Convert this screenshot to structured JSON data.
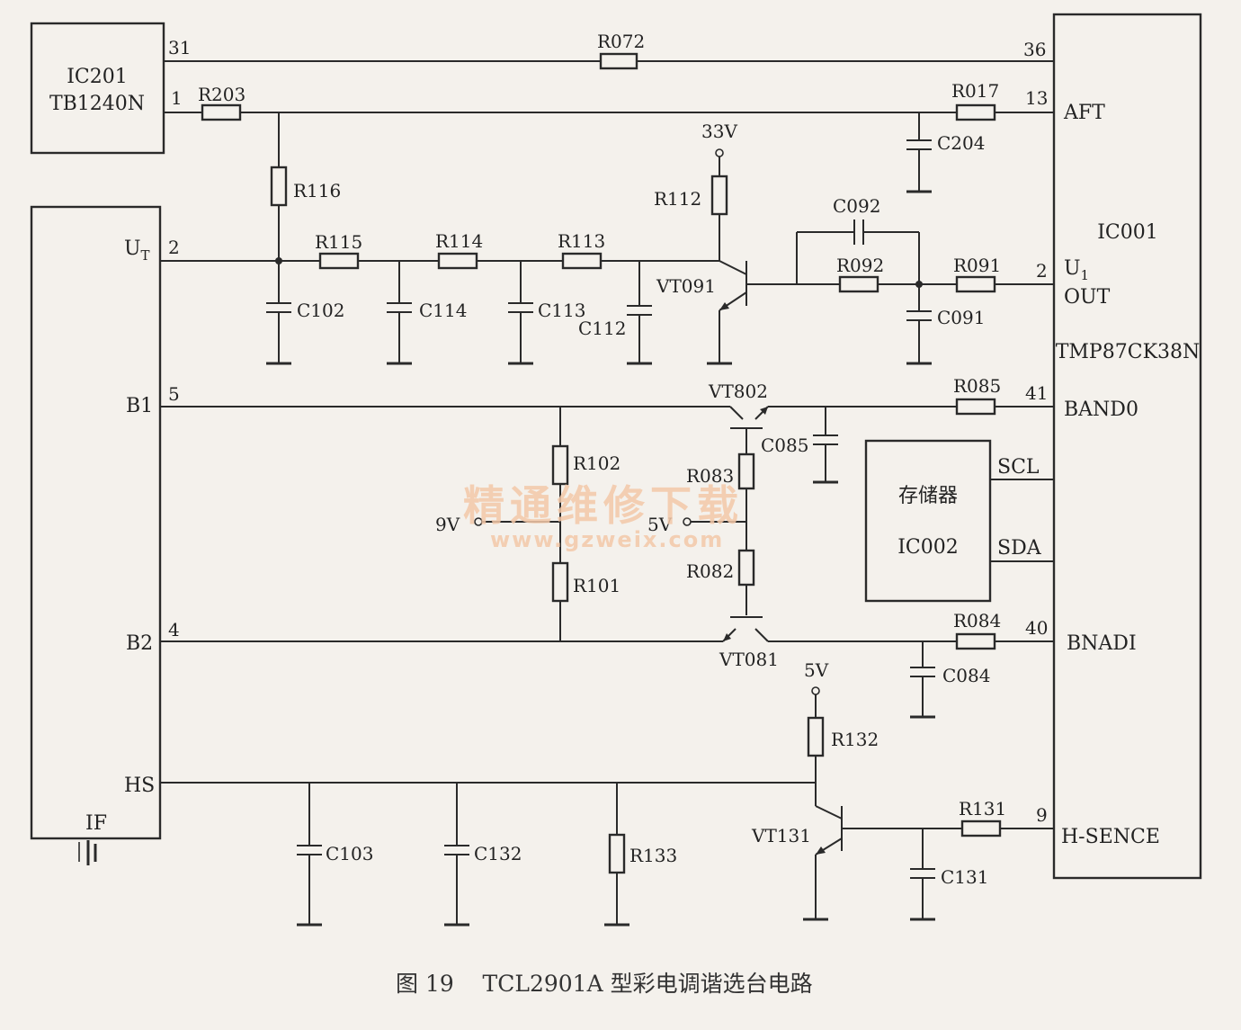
{
  "ic201": {
    "name": "IC201",
    "part": "TB1240N"
  },
  "ic001": {
    "name": "IC001",
    "part": "TMP87CK38N"
  },
  "ic002": {
    "title": "存储器",
    "name": "IC002"
  },
  "tuner": {
    "pin_ut": "U",
    "pin_ut_sub": "T",
    "pin_b1": "B1",
    "pin_b2": "B2",
    "pin_hs": "HS",
    "pin_if": "IF"
  },
  "pins": {
    "ic201_31": "31",
    "ic201_1": "1",
    "tuner_2": "2",
    "tuner_5": "5",
    "tuner_4": "4",
    "ic001_36": "36",
    "ic001_13": "13",
    "ic001_2": "2",
    "ic001_41": "41",
    "ic001_40": "40",
    "ic001_9": "9"
  },
  "ic001_pins": {
    "aft": "AFT",
    "u1": "U",
    "u1_sub": "1",
    "out": "OUT",
    "band0": "BAND0",
    "bnadi": "BNADI",
    "hsence": "H-SENCE",
    "scl": "SCL",
    "sda": "SDA"
  },
  "resistors": {
    "r072": "R072",
    "r203": "R203",
    "r017": "R017",
    "r116": "R116",
    "r115": "R115",
    "r114": "R114",
    "r113": "R113",
    "r112": "R112",
    "r092": "R092",
    "r091": "R091",
    "r085": "R085",
    "r102": "R102",
    "r083": "R083",
    "r101": "R101",
    "r082": "R082",
    "r084": "R084",
    "r132": "R132",
    "r131": "R131",
    "r133": "R133"
  },
  "capacitors": {
    "c204": "C204",
    "c092": "C092",
    "c102": "C102",
    "c114": "C114",
    "c113": "C113",
    "c112": "C112",
    "c091": "C091",
    "c085": "C085",
    "c084": "C084",
    "c103": "C103",
    "c132": "C132",
    "c131": "C131"
  },
  "transistors": {
    "vt091": "VT091",
    "vt802": "VT802",
    "vt081": "VT081",
    "vt131": "VT131"
  },
  "supplies": {
    "v33": "33V",
    "v9": "9V",
    "v5a": "5V",
    "v5b": "5V"
  },
  "watermark": {
    "line1": "精通维修下载",
    "line2": "www.gzweix.com"
  },
  "caption": "图 19    TCL2901A 型彩电调谐选台电路"
}
